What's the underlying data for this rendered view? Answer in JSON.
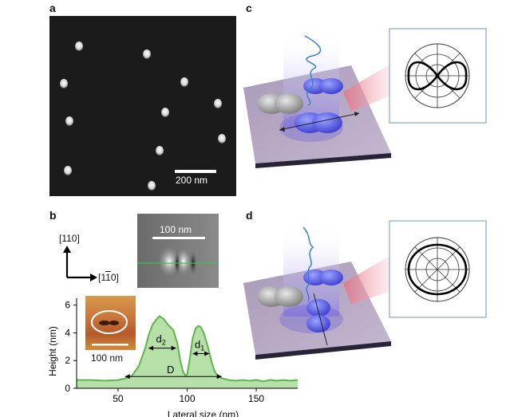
{
  "panels": {
    "a": {
      "label": "a",
      "scalebar": "200 nm"
    },
    "b": {
      "label": "b",
      "axis_110": "[110]",
      "axis_1m10": "[1̄̄1̄0]",
      "inset_scalebar": "100 nm",
      "color_inset_scalebar": "100 nm",
      "d2": "d",
      "d2_sub": "2",
      "d1": "d",
      "d1_sub": "1",
      "D": "D"
    },
    "c": {
      "label": "c"
    },
    "d": {
      "label": "d"
    }
  },
  "chart_data": {
    "type": "area",
    "xlabel": "Lateral size (nm)",
    "ylabel": "Height (nm)",
    "xlim": [
      20,
      180
    ],
    "ylim": [
      0,
      6.5
    ],
    "xticks": [
      50,
      100,
      150
    ],
    "yticks": [
      0,
      2,
      4,
      6
    ],
    "series": [
      {
        "x": [
          20,
          30,
          40,
          50,
          55,
          60,
          65,
          70,
          72,
          75,
          78,
          80,
          83,
          86,
          90,
          93,
          95,
          97,
          99,
          100,
          102,
          104,
          106,
          108,
          110,
          112,
          115,
          118,
          120,
          123,
          126,
          130,
          135,
          140,
          145,
          150,
          155,
          160,
          165,
          170,
          175,
          180
        ],
        "y": [
          0.6,
          0.6,
          0.55,
          0.6,
          0.7,
          0.9,
          1.6,
          3.0,
          3.8,
          4.6,
          5.0,
          5.2,
          5.0,
          4.6,
          4.2,
          3.2,
          2.0,
          1.2,
          0.9,
          1.0,
          2.2,
          3.6,
          4.3,
          4.5,
          4.4,
          4.0,
          3.0,
          1.8,
          1.2,
          0.8,
          0.7,
          0.6,
          0.55,
          0.6,
          0.55,
          0.6,
          0.5,
          0.6,
          0.55,
          0.6,
          0.55,
          0.6
        ]
      }
    ],
    "colors": {
      "fill": "#b7e0a8",
      "line": "#5cb54a"
    }
  }
}
